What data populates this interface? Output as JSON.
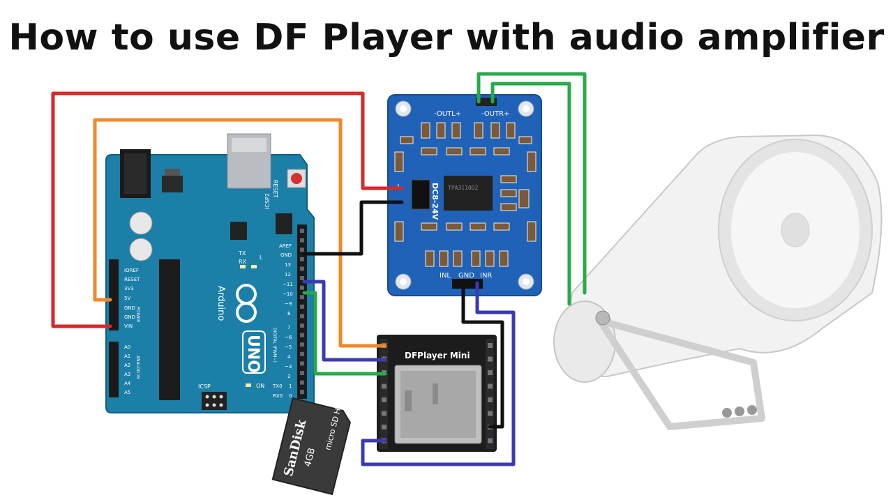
{
  "title": "How to use DF Player with audio amplifier",
  "arduino": {
    "name": "Arduino",
    "model": "UNO",
    "labels": {
      "reset": "RESET",
      "icsp2": "ICSP2",
      "icsp": "ICSP",
      "tx": "TX",
      "rx": "RX",
      "l": "L",
      "on": "ON",
      "aref": "AREF",
      "gnd": "GND",
      "d13": "13",
      "d12": "12",
      "d11": "~11",
      "d10": "~10",
      "d9": "~9",
      "d8": "8",
      "d7": "7",
      "d6": "~6",
      "d5": "~5",
      "d4": "4",
      "d3": "~3",
      "d2": "2",
      "tx0": "TX0",
      "rx0": "RX0",
      "d1": "1",
      "d0": "0",
      "digital": "DIGITAL (PWM~)",
      "ioref": "IOREF",
      "reset_pin": "RESET",
      "v33": "3V3",
      "v5": "5V",
      "gnd1": "GND",
      "gnd2": "GND",
      "vin": "VIN",
      "power": "POWER",
      "a0": "A0",
      "a1": "A1",
      "a2": "A2",
      "a3": "A3",
      "a4": "A4",
      "a5": "A5",
      "analog": "ANALOG IN"
    }
  },
  "amplifier": {
    "voltage": "DC8-24V",
    "out_left": "-OUTL+",
    "out_right": "-OUTR+",
    "plus": "+",
    "minus": "-",
    "inl": "INL",
    "gnd": "GND",
    "inr": "INR"
  },
  "dfplayer": {
    "name": "DFPlayer Mini"
  },
  "sdcard": {
    "brand": "SanDisk",
    "capacity": "4GB",
    "type": "micro SD HC"
  },
  "colors": {
    "wire_red": "#d42a2a",
    "wire_orange": "#f0882a",
    "wire_black": "#111111",
    "wire_blue": "#3b3bb0",
    "wire_green": "#2aa84a",
    "arduino_board": "#1b7fa8",
    "amp_board": "#1f62b8",
    "dfplayer_board": "#1c1c1c"
  }
}
